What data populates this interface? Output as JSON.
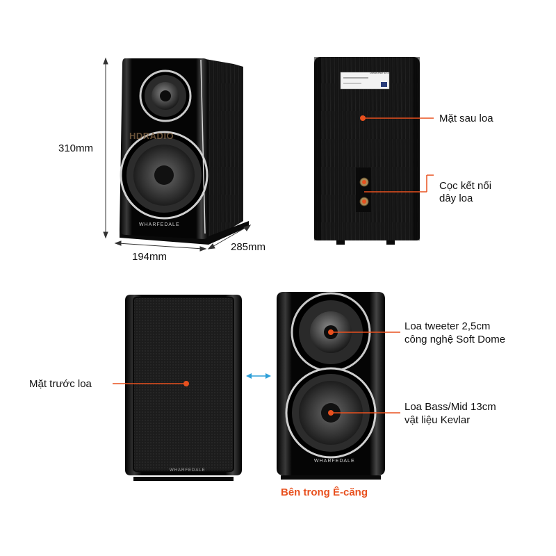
{
  "dimensions": {
    "height": "310mm",
    "width": "194mm",
    "depth": "285mm"
  },
  "callouts": {
    "rear": "Mặt sau loa",
    "terminals_line1": "Cọc kết nối",
    "terminals_line2": "dây loa",
    "front": "Mặt trước loa",
    "tweeter_line1": "Loa tweeter 2,5cm",
    "tweeter_line2": "công nghệ Soft Dome",
    "woofer_line1": "Loa Bass/Mid 13cm",
    "woofer_line2": "vật liệu Kevlar"
  },
  "caption": "Bên trong Ê-căng",
  "branding": {
    "logo_text": "WHARFEDALE",
    "watermark": "HDRADIO",
    "rear_label_model": "DIAMOND 12.2"
  },
  "colors": {
    "accent": "#e8501e",
    "arrow_blue": "#2e9fd8",
    "cabinet": "#151515"
  }
}
